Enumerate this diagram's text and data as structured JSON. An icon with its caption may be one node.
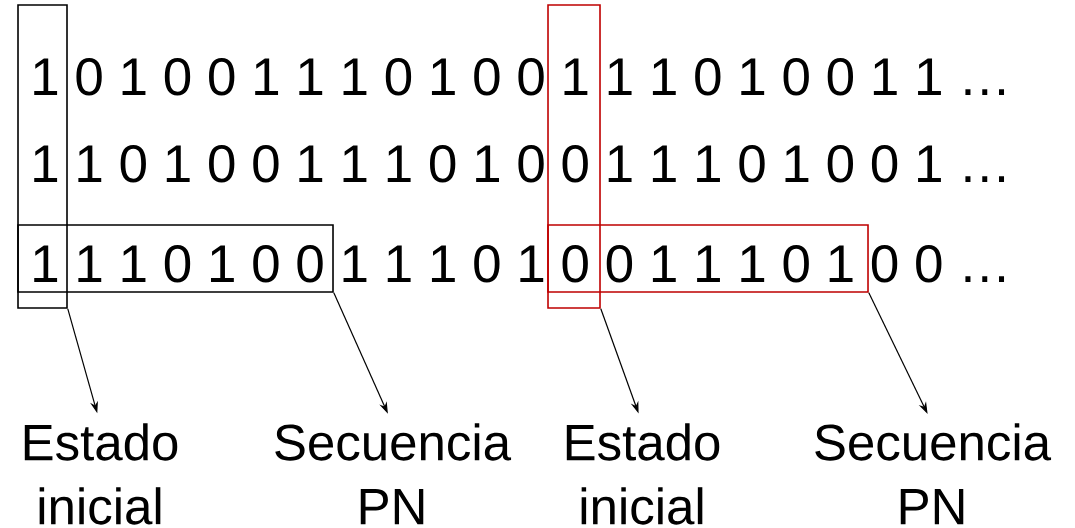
{
  "diagram": {
    "nodes": [
      {
        "text": [],
        "shape": "box"
      },
      {
        "text": [],
        "shape": "box"
      },
      {
        "text": [],
        "shape": "box"
      },
      {
        "text": [],
        "shape": "box"
      },
      {
        "text": [
          "Estado inicial"
        ]
      },
      {
        "text": [
          "Secuencia PN"
        ]
      },
      {
        "text": [
          "Estado inicial"
        ]
      },
      {
        "text": [
          "Secuencia PN"
        ]
      }
    ],
    "edges": [
      {
        "from": 0,
        "to": 4,
        "arrow": "to"
      },
      {
        "from": 1,
        "to": 5,
        "arrow": "to"
      },
      {
        "from": 2,
        "to": 6,
        "arrow": "to"
      },
      {
        "from": 3,
        "to": 7,
        "arrow": "to"
      }
    ],
    "labels": [
      "1 0 1 0 0 1 1 1 0 1 0 0 1 1 1 0 1 0 0 1 1 …",
      "1 1 0 1 0 0 1 1 1 0 1 0 0 1 1 1 0 1 0 0 1 …",
      "1 1 1 0 1 0 0 1 1 1 0 1 0 0 1 1 1 0 1 0 0 …"
    ]
  }
}
